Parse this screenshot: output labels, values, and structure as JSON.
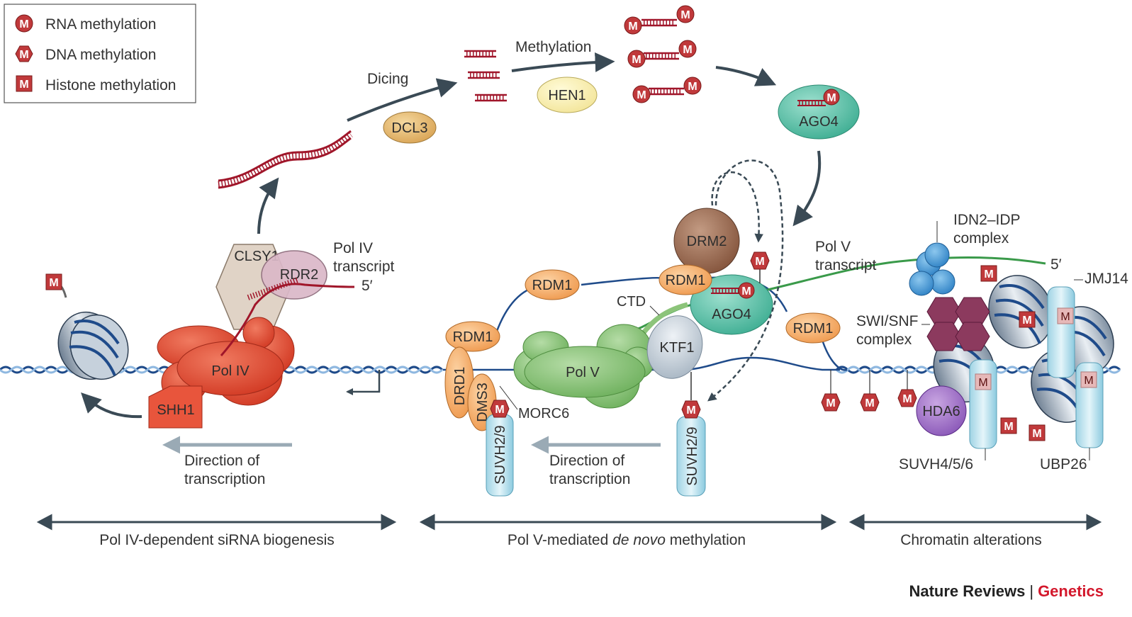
{
  "legend": {
    "rna": "RNA methylation",
    "dna": "DNA methylation",
    "histone": "Histone methylation",
    "glyph": "M"
  },
  "steps": {
    "dicing": "Dicing",
    "methylation": "Methylation"
  },
  "proteins": {
    "dcl3": "DCL3",
    "hen1": "HEN1",
    "ago4_top": "AGO4",
    "clsy1": "CLSY1",
    "rdr2": "RDR2",
    "pol_iv": "Pol IV",
    "shh1": "SHH1",
    "drm2": "DRM2",
    "rdm1_a": "RDM1",
    "rdm1_b": "RDM1",
    "rdm1_c": "RDM1",
    "rdm1_d": "RDM1",
    "ago4_mid": "AGO4",
    "ktf1": "KTF1",
    "pol_v": "Pol V",
    "drd1": "DRD1",
    "dms3": "DMS3",
    "morc6": "MORC6",
    "suvh29_a": "SUVH2/9",
    "suvh29_b": "SUVH2/9",
    "ctd": "CTD",
    "idn2_line1": "IDN2–IDP",
    "idn2_line2": "complex",
    "swisnf_line1": "SWI/SNF",
    "swisnf_line2": "complex",
    "hda6": "HDA6",
    "suvh456": "SUVH4/5/6",
    "jmj14": "JMJ14",
    "ubp26": "UBP26"
  },
  "transcripts": {
    "pol_iv_line1": "Pol IV",
    "pol_iv_line2": "transcript",
    "pol_iv_end": "5′",
    "pol_v_line1": "Pol V",
    "pol_v_line2": "transcript",
    "pol_v_end": "5′"
  },
  "direction": {
    "left_line1": "Direction of",
    "left_line2": "transcription",
    "mid_line1": "Direction of",
    "mid_line2": "transcription"
  },
  "sections": {
    "left": "Pol IV-dependent siRNA biogenesis",
    "mid_prefix": "Pol V-mediated ",
    "mid_italic": "de novo",
    "mid_suffix": " methylation",
    "right": "Chromatin alterations"
  },
  "footer": {
    "journal": "Nature Reviews",
    "separator": "|",
    "section": "Genetics"
  },
  "colors": {
    "methyl": "#c0393b",
    "arrow": "#3a4a55",
    "pol_iv": "#e0503a",
    "pol_v": "#8cc47a",
    "ago4": "#5cc0a8",
    "rdm1": "#f5a65b",
    "drm2": "#8a5a44",
    "dna_blue": "#1f4b8a",
    "transcript_green": "#3a9a4a",
    "accent": "#d3182c"
  }
}
